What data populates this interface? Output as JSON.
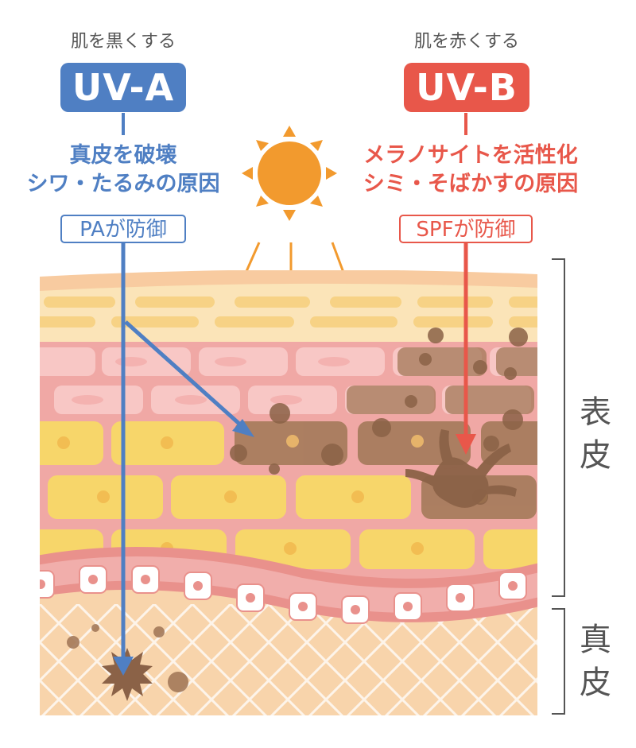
{
  "uva": {
    "caption": "肌を黒くする",
    "label": "UV-A",
    "effect_line1": "真皮を破壊",
    "effect_line2": "シワ・たるみの原因",
    "protection": "PAが防御",
    "color": "#4f7fc3"
  },
  "uvb": {
    "caption": "肌を赤くする",
    "label": "UV-B",
    "effect_line1": "メラノサイトを活性化",
    "effect_line2": "シミ・そばかすの原因",
    "protection": "SPFが防御",
    "color": "#e8574a"
  },
  "layers": {
    "epidermis": "表皮",
    "dermis": "真皮"
  },
  "colors": {
    "sun": "#f29a2e",
    "skin_pink": "#f0a8a5",
    "cell_yellow": "#f7d66a",
    "dermis_beige": "#f8d4ab",
    "damage_brown": "#8b6247"
  }
}
